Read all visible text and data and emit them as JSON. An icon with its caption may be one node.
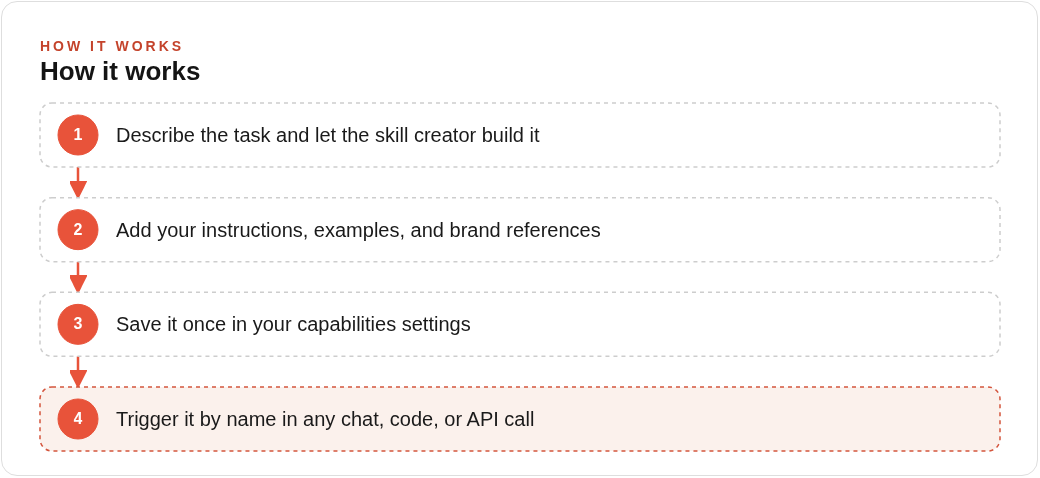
{
  "diagram": {
    "title": "How it works",
    "nodes": [
      {
        "text": [
          "Describe the task and let the skill creator build it"
        ]
      },
      {
        "text": [
          "1"
        ],
        "in": 0
      },
      {
        "text": [
          "Add your instructions, examples, and brand references"
        ]
      },
      {
        "text": [
          "2"
        ],
        "in": 2
      },
      {
        "text": [
          "Save it once in your capabilities settings"
        ]
      },
      {
        "text": [
          "3"
        ],
        "in": 4
      },
      {
        "text": [
          "Trigger it by name in any chat, code, or API call"
        ]
      },
      {
        "text": [
          "4"
        ],
        "in": 6
      }
    ],
    "edges": [
      {
        "from": 0,
        "to": 2,
        "arrow": "to"
      },
      {
        "from": 2,
        "to": 4,
        "arrow": "to"
      },
      {
        "from": 4,
        "to": 6,
        "arrow": "to"
      }
    ],
    "labels": [
      "HOW IT WORKS"
    ]
  }
}
